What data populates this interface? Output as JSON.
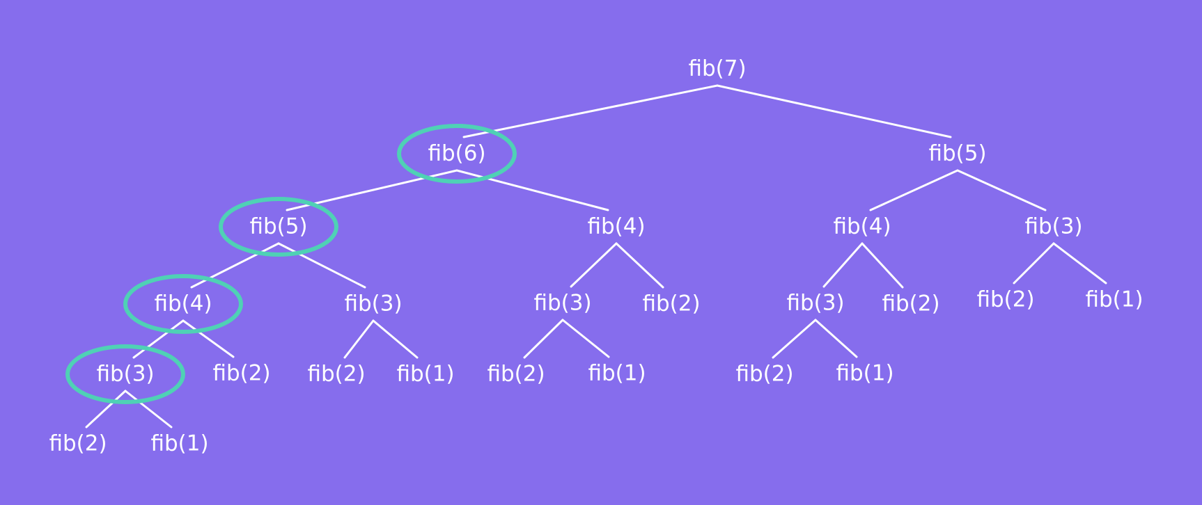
{
  "colors": {
    "background": "#866ded",
    "text": "#ffffff",
    "edge": "#ffffff",
    "highlight": "#4fd1b5"
  },
  "tree": {
    "nodes": [
      {
        "id": "n7",
        "label": "fib(7)"
      },
      {
        "id": "n6",
        "label": "fib(6)",
        "highlighted": true
      },
      {
        "id": "n5r",
        "label": "fib(5)"
      },
      {
        "id": "n5l",
        "label": "fib(5)",
        "highlighted": true
      },
      {
        "id": "n4a",
        "label": "fib(4)"
      },
      {
        "id": "n4b",
        "label": "fib(4)"
      },
      {
        "id": "n3a",
        "label": "fib(3)"
      },
      {
        "id": "n4l",
        "label": "fib(4)",
        "highlighted": true
      },
      {
        "id": "n3b",
        "label": "fib(3)"
      },
      {
        "id": "n3c",
        "label": "fib(3)"
      },
      {
        "id": "n2c",
        "label": "fib(2)"
      },
      {
        "id": "n3d",
        "label": "fib(3)"
      },
      {
        "id": "n2d",
        "label": "fib(2)"
      },
      {
        "id": "n2e",
        "label": "fib(2)"
      },
      {
        "id": "n1e",
        "label": "fib(1)"
      },
      {
        "id": "n3l",
        "label": "fib(3)",
        "highlighted": true
      },
      {
        "id": "n2l",
        "label": "fib(2)"
      },
      {
        "id": "n2b",
        "label": "fib(2)"
      },
      {
        "id": "n1b",
        "label": "fib(1)"
      },
      {
        "id": "n2cc",
        "label": "fib(2)"
      },
      {
        "id": "n1cc",
        "label": "fib(1)"
      },
      {
        "id": "n2dd",
        "label": "fib(2)"
      },
      {
        "id": "n1dd",
        "label": "fib(1)"
      },
      {
        "id": "n2ll",
        "label": "fib(2)"
      },
      {
        "id": "n1ll",
        "label": "fib(1)"
      }
    ],
    "edges": [
      [
        "n7",
        "n6"
      ],
      [
        "n7",
        "n5r"
      ],
      [
        "n6",
        "n5l"
      ],
      [
        "n6",
        "n4a"
      ],
      [
        "n5r",
        "n4b"
      ],
      [
        "n5r",
        "n3a"
      ],
      [
        "n5l",
        "n4l"
      ],
      [
        "n5l",
        "n3b"
      ],
      [
        "n4a",
        "n3c"
      ],
      [
        "n4a",
        "n2c"
      ],
      [
        "n4b",
        "n3d"
      ],
      [
        "n4b",
        "n2d"
      ],
      [
        "n3a",
        "n2e"
      ],
      [
        "n3a",
        "n1e"
      ],
      [
        "n4l",
        "n3l"
      ],
      [
        "n4l",
        "n2l"
      ],
      [
        "n3b",
        "n2b"
      ],
      [
        "n3b",
        "n1b"
      ],
      [
        "n3c",
        "n2cc"
      ],
      [
        "n3c",
        "n1cc"
      ],
      [
        "n3d",
        "n2dd"
      ],
      [
        "n3d",
        "n1dd"
      ],
      [
        "n3l",
        "n2ll"
      ],
      [
        "n3l",
        "n1ll"
      ]
    ]
  }
}
